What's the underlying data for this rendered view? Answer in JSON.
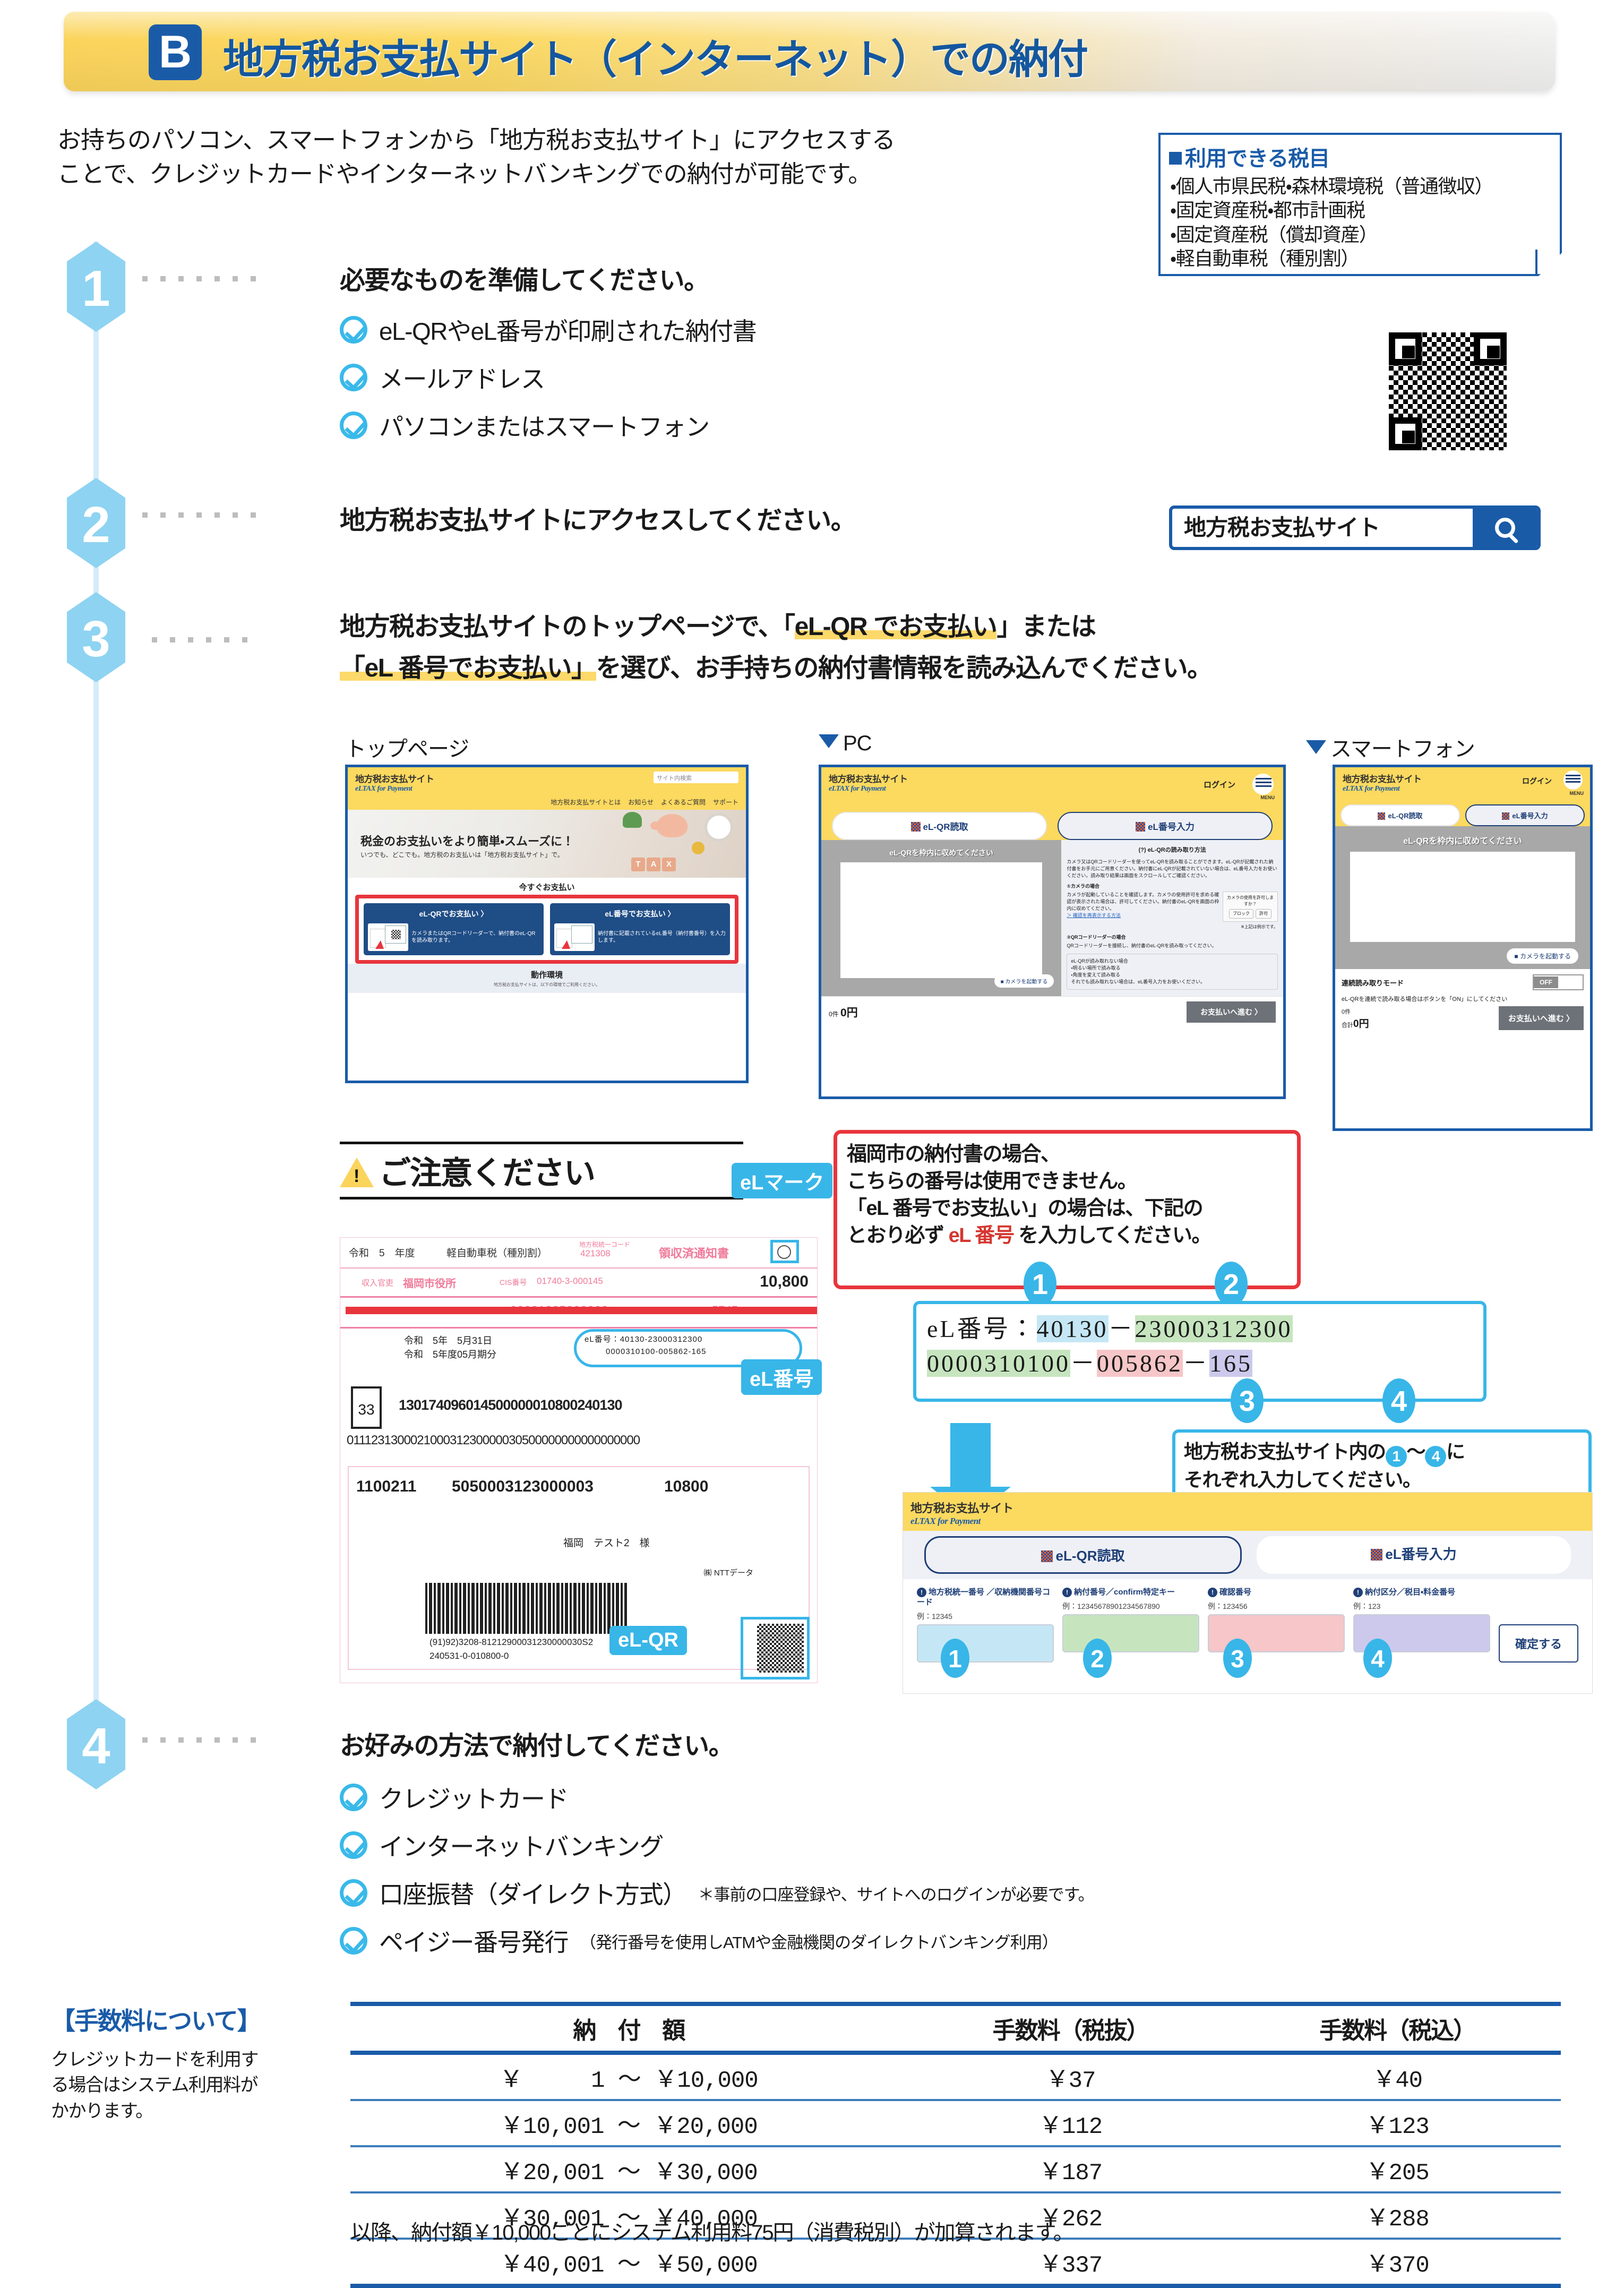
{
  "header": {
    "badge": "B",
    "title": "地方税お支払サイト（インターネット）での納付"
  },
  "intro": {
    "line1": "お持ちのパソコン、スマートフォンから「地方税お支払サイト」にアクセスする",
    "line2": "ことで、クレジットカードやインターネットバンキングでの納付が可能です。"
  },
  "tax_box": {
    "heading": "利用できる税目",
    "items": [
      "・個人市県民税・森林環境税（普通徴収）",
      "・固定資産税・都市計画税",
      "・固定資産税（償却資産）",
      "・軽自動車税（種別割）"
    ]
  },
  "steps": [
    {
      "number": "1",
      "title": "必要なものを準備してください。",
      "bullets": [
        "eL-QRやeL番号が印刷された納付書",
        "メールアドレス",
        "パソコンまたはスマートフォン"
      ]
    },
    {
      "number": "2",
      "title": "地方税お支払サイトにアクセスしてください。",
      "search_value": "地方税お支払サイト"
    },
    {
      "number": "3",
      "title_line1_a": "地方税お支払サイトのトップページで、「",
      "title_line1_mark": "eL-QR でお支払い",
      "title_line1_b": "」または",
      "title_line2_mark": "「eL 番号でお支払い」",
      "title_line2_b": "を選び、お手持ちの納付書情報を読み込んでください。"
    },
    {
      "number": "4",
      "title": "お好みの方法で納付してください。",
      "bullets": [
        "クレジットカード",
        "インターネットバンキング",
        "口座振替（ダイレクト方式）",
        "ペイジー番号発行"
      ],
      "note_direct": "＊事前の口座登録や、サイトへのログインが必要です。",
      "note_payeasy": "（発行番号を使用しATMや金融機関のダイレクトバンキング利用）"
    }
  ],
  "figures": {
    "toppage_label": "トップページ",
    "pc_label": "PC",
    "sp_label": "スマートフォン"
  },
  "site_mock": {
    "brand": "地方税お支払サイト",
    "brand_sub": "eLTAX for Payment",
    "search_placeholder": "サイト内検索",
    "nav": [
      "地方税お支払サイトとは",
      "お知らせ",
      "よくあるご質問",
      "サポート"
    ],
    "hero_title": "税金のお支払いをより簡単・スムーズに！",
    "hero_sub": "いつでも、どこでも。地方税のお支払いは「地方税お支払サイト」で。",
    "tax_blocks": [
      "T",
      "A",
      "X"
    ],
    "paynow_label": "今すぐお支払い",
    "card_qr_title": "eL-QRでお支払い 〉",
    "card_qr_text": "カメラまたはQRコードリーダーで、納付書のeL-QRを読み取ります。",
    "card_num_title": "eL番号でお支払い 〉",
    "card_num_text": "納付書に記載されているeL番号（納付書番号）を入力します。",
    "footer_label": "動作環境",
    "footer_sub": "地方税お支払サイトは、以下の環境でご利用ください。"
  },
  "pc_mock": {
    "brand": "地方税お支払サイト",
    "brand_sub": "eLTAX for Payment",
    "login": "ログイン",
    "menu": "MENU",
    "tab_qr": "eL-QR読取",
    "tab_num": "eL番号入力",
    "scan_caption": "eL-QRを枠内に収めてください",
    "camera_btn": "カメラを起動する",
    "help_title": "eL-QRの読み取り方法",
    "help_body": "カメラ又はQRコードリーダーを使ってeL-QRを読み取ることができます。eL-QRが記載された納付書をお手元にご用意ください。納付書にeL-QRが記載されていない場合は、eL番号入力をお使いください。読み取り結果は画面をスクロールしてご確認ください。",
    "sec1_title": "①カメラの場合",
    "sec1_body": "カメラが起動していることを確認します。カメラの使用許可を求める確認が表示された場合は、許可してください。納付書のeL-QRを画面の枠内に収めてください。",
    "sec1_link": "＞ 確認を再表示する方法",
    "perm_text": "カメラの使用を許可しますか？",
    "perm_block": "ブロック",
    "perm_allow": "許可",
    "perm_note": "※上記は例示です。",
    "sec2_title": "②QRコードリーダーの場合",
    "sec2_body": "QRコードリーダーを接続し、納付書のeL-QRを読み取ってください。",
    "note_title": "eL-QRが読み取れない場合",
    "note_items": [
      "・明るい場所で読み取る",
      "・角度を変えて読み取る"
    ],
    "note_tail": "それでも読み取れない場合は、eL番号入力をお使いください。",
    "count": "0件",
    "total": "0円",
    "proceed": "お支払いへ進む 〉"
  },
  "sp_mock": {
    "brand": "地方税お支払サイト",
    "brand_sub": "eLTAX for Payment",
    "login": "ログイン",
    "menu": "MENU",
    "tab_qr": "eL-QR読取",
    "tab_num": "eL番号入力",
    "scan_caption": "eL-QRを枠内に収めてください",
    "camera_btn": "カメラを起動する",
    "cont_label": "連続読み取りモード",
    "cont_state": "OFF",
    "cont_note": "eL-QRを連続で読み取る場合はボタンを「ON」にしてください",
    "count": "0件",
    "total_label": "合計",
    "total": "0円",
    "proceed": "お支払いへ進む 〉"
  },
  "caution": {
    "title": "ご注意ください",
    "red_callout": [
      "福岡市の納付書の場合、",
      "こちらの番号は使用できません。",
      "「eL 番号でお支払い」の場合は、下記の",
      "とおり必ず eL 番号 を入力してください。"
    ],
    "red_highlight": "eL 番号",
    "tag_elmark": "eLマーク",
    "tag_elnum": "eL番号",
    "tag_elqr": "eL-QR"
  },
  "bill": {
    "year": "令和　5　年度",
    "tax_name": "軽自動車税（種別割）",
    "doc_type": "領収済通知書",
    "muni_code_label": "地方税統一コード",
    "muni_code": "421308",
    "office": "福岡市役所",
    "cis_label": "CIS番号",
    "cis": "01740-3-000145",
    "amount": "10,800",
    "mid_number": "00031235000003",
    "mid_number2": "5745",
    "due_line1": "令和　5年　5月31日",
    "due_line2": "令和　5年度05月期分",
    "el_label": "eL番号：",
    "el_line1": "40130-23000312300",
    "el_line2": "0000310100-005862-165",
    "box33": "33",
    "ocr_line1": "130174096014500000010800240130",
    "ocr_line2": "011123130002100031230000030500000000000000000",
    "row_a": "1100211",
    "row_b": "5050003123000003",
    "row_c": "10800",
    "payer": "福岡　テスト2　様",
    "barcode_num": "(91)92)3208-81212900031230000030S2",
    "barcode_num2": "240531-0-010800-0",
    "ntt": "㈱ NTTデータ"
  },
  "el_number": {
    "label": "eL番号：",
    "seg1": "40130",
    "seg2": "23000312300000310100",
    "seg3": "005862",
    "seg4": "165",
    "line1_a": "40130",
    "line1_b": "23000312300",
    "line2_a": "0000310100",
    "line2_b": "005862",
    "line2_c": "165",
    "circles": [
      "1",
      "2",
      "3",
      "4"
    ]
  },
  "info_callout": {
    "line1_a": "地方税お支払サイト内の",
    "line1_c": "〜",
    "line1_e": "に",
    "line2": "それぞれ入力してください。"
  },
  "form_mock": {
    "brand": "地方税お支払サイト",
    "brand_sub": "eLTAX for Payment",
    "tab_qr": "eL-QR読取",
    "tab_num": "eL番号入力",
    "fields": [
      {
        "label": "地方税統一番号\n／収納機関番号コード",
        "example": "例：12345",
        "num": "1"
      },
      {
        "label": "納付番号／confirm特定キー",
        "example": "例：12345678901234567890",
        "num": "2"
      },
      {
        "label": "確認番号",
        "example": "例：123456",
        "num": "3"
      },
      {
        "label": "納付区分／税目・料金番号",
        "example": "例：123",
        "num": "4"
      }
    ],
    "submit": "確定する"
  },
  "fee": {
    "heading": "【手数料について】",
    "note": "クレジットカードを利用する場合はシステム利用料がかかります。",
    "columns": [
      "納　付　額",
      "手数料（税抜）",
      "手数料（税込）"
    ],
    "rows": [
      [
        "￥　　　1 ～ ￥10,000",
        "￥37",
        "￥40"
      ],
      [
        "￥10,001 ～ ￥20,000",
        "￥112",
        "￥123"
      ],
      [
        "￥20,001 ～ ￥30,000",
        "￥187",
        "￥205"
      ],
      [
        "￥30,001 ～ ￥40,000",
        "￥262",
        "￥288"
      ],
      [
        "￥40,001 ～ ￥50,000",
        "￥337",
        "￥370"
      ]
    ],
    "footnote": "以降、納付額￥10,000ごとにシステム利用料75円（消費税別）が加算されます。"
  }
}
